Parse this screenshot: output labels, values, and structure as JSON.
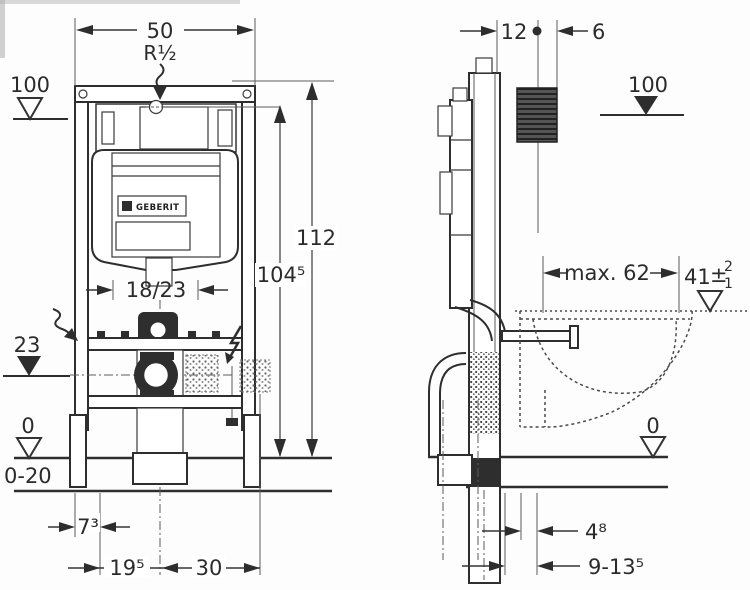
{
  "front_view": {
    "width": "50",
    "water_connection": "R½",
    "supply_level": "100",
    "overall_height": "112",
    "connection_height": "104⁵",
    "flush_pipe_offset": "18/23",
    "outlet_level": "23",
    "floor_level": "0",
    "floor_buildup": "0-20",
    "foot_width": "7³",
    "drain_offset_left": "19⁵",
    "drain_offset_right": "30",
    "cistern_logo": "GEBERIT"
  },
  "side_view": {
    "frame_depth": "12",
    "plate_depth": "6",
    "supply_level": "100",
    "pan_projection": "max. 62",
    "pan_height_value": "41",
    "pan_height_pm": "±",
    "pan_tol_plus": "2",
    "pan_tol_minus": "1",
    "floor_level": "0",
    "wall_distance": "4⁸",
    "drain_distance": "9-13⁵"
  },
  "colors": {
    "ink": "#2e2e2e",
    "paper": "#fdfdfd"
  }
}
